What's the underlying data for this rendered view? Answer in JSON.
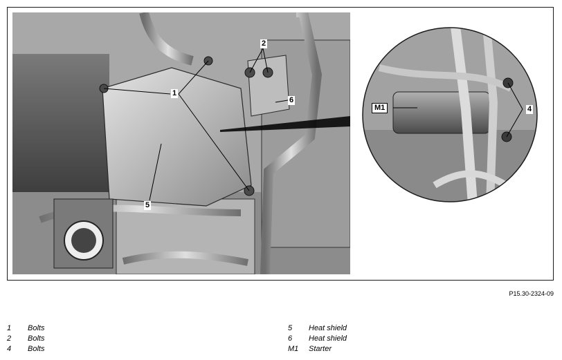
{
  "callouts": {
    "c1": "1",
    "c2": "2",
    "c4": "4",
    "c5": "5",
    "c6": "6",
    "m1": "M1"
  },
  "reference_code": "P15.30-2324-09",
  "legend": {
    "left": [
      {
        "key": "1",
        "label": "Bolts"
      },
      {
        "key": "2",
        "label": "Bolts"
      },
      {
        "key": "4",
        "label": "Bolts"
      }
    ],
    "right": [
      {
        "key": "5",
        "label": "Heat shield"
      },
      {
        "key": "6",
        "label": "Heat shield"
      },
      {
        "key": "M1",
        "label": "Starter"
      }
    ]
  },
  "colors": {
    "metal_dark": "#5a5a5a",
    "metal_mid": "#9a9a9a",
    "metal_light": "#d4d4d4",
    "outline": "#1a1a1a"
  }
}
